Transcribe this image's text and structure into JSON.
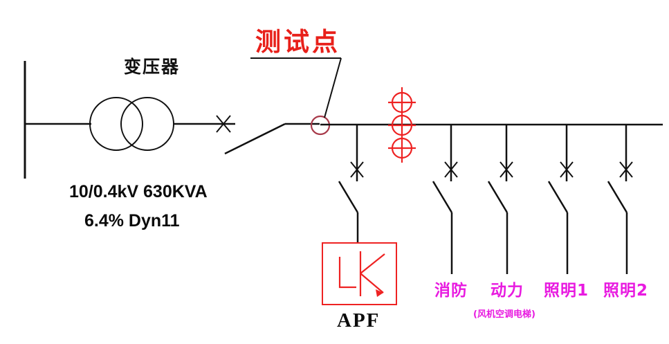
{
  "diagram": {
    "title": "测试点",
    "transformer": {
      "name": "变压器",
      "spec_line1": "10/0.4kV 630KVA",
      "spec_line2": "6.4%  Dyn11"
    },
    "apf": {
      "label": "APF"
    },
    "feeders": [
      {
        "label": "消防",
        "sublabel": ""
      },
      {
        "label": "动力",
        "sublabel": "(风机空调电梯)"
      },
      {
        "label": "照明1",
        "sublabel": ""
      },
      {
        "label": "照明2",
        "sublabel": ""
      }
    ],
    "colors": {
      "line": "#111111",
      "title_red": "#e8201a",
      "accent_red": "#ee2222",
      "testpoint_ring": "#a83a4a",
      "feeder_magenta": "#e81ae0",
      "background": "#ffffff"
    }
  }
}
